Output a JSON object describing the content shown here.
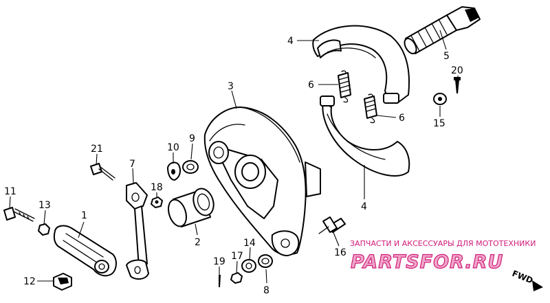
{
  "callouts": [
    {
      "id": "1",
      "text": "1"
    },
    {
      "id": "2",
      "text": "2"
    },
    {
      "id": "3",
      "text": "3"
    },
    {
      "id": "4a",
      "text": "4"
    },
    {
      "id": "4b",
      "text": "4"
    },
    {
      "id": "5",
      "text": "5"
    },
    {
      "id": "6a",
      "text": "6"
    },
    {
      "id": "6b",
      "text": "6"
    },
    {
      "id": "7",
      "text": "7"
    },
    {
      "id": "8",
      "text": "8"
    },
    {
      "id": "9",
      "text": "9"
    },
    {
      "id": "10",
      "text": "10"
    },
    {
      "id": "11",
      "text": "11"
    },
    {
      "id": "12",
      "text": "12"
    },
    {
      "id": "13",
      "text": "13"
    },
    {
      "id": "14",
      "text": "14"
    },
    {
      "id": "15",
      "text": "15"
    },
    {
      "id": "16",
      "text": "16"
    },
    {
      "id": "17",
      "text": "17"
    },
    {
      "id": "18",
      "text": "18"
    },
    {
      "id": "19",
      "text": "19"
    },
    {
      "id": "20",
      "text": "20"
    },
    {
      "id": "21",
      "text": "21"
    }
  ],
  "watermark": {
    "caption": "ЗАПЧАСТИ И АКСЕССУАРЫ ДЛЯ МОТОТЕХНИКИ",
    "brand": "PARTSFOR.RU"
  },
  "direction_label": "FWD",
  "colors": {
    "ink": "#000000",
    "watermark_fill": "#f0a6c8",
    "watermark_stroke": "#d01a7a"
  }
}
